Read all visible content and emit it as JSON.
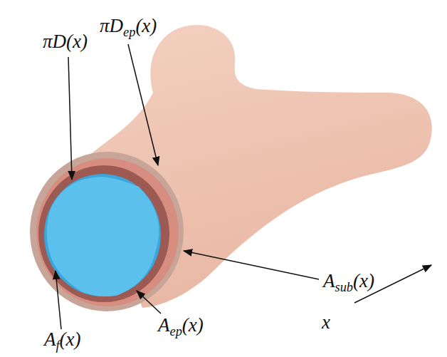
{
  "diagram": {
    "labels": [
      "πD(x)",
      "πDep(x)",
      "Asub(x)",
      "Af(x)",
      "Aep(x)",
      "x"
    ]
  }
}
